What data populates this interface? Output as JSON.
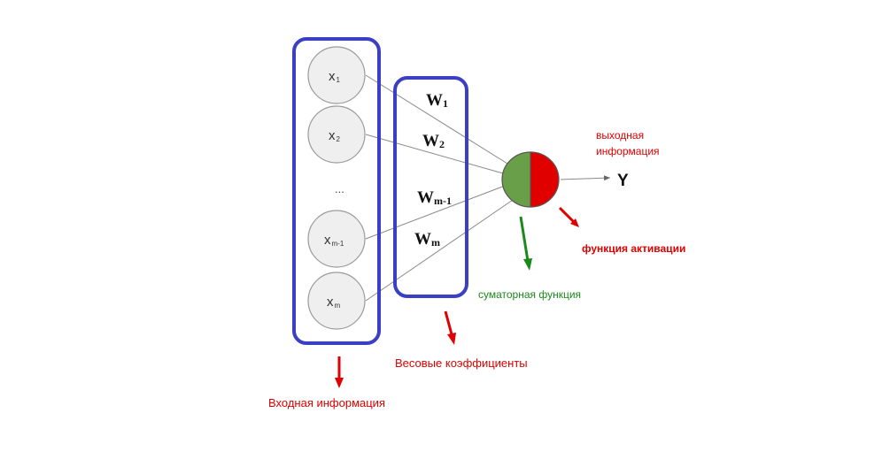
{
  "inputs": {
    "x1": {
      "base": "x",
      "sub": "1"
    },
    "x2": {
      "base": "x",
      "sub": "2"
    },
    "dots": "...",
    "xm1": {
      "base": "x",
      "sub": "m-1"
    },
    "xm": {
      "base": "x",
      "sub": "m"
    }
  },
  "weights": {
    "w1": {
      "base": "W",
      "sub": "1"
    },
    "w2": {
      "base": "W",
      "sub": "2"
    },
    "wm1": {
      "base": "W",
      "sub": "m-1"
    },
    "wm": {
      "base": "W",
      "sub": "m"
    }
  },
  "output_symbol": "Y",
  "labels": {
    "output_info_line1": "выходная",
    "output_info_line2": "информация",
    "activation_function": "функция активации",
    "summation_function": "суматорная функция",
    "weight_coefficients": "Весовые коэффициенты",
    "input_info": "Входная информация"
  },
  "colors": {
    "frame": "#3a3fc4",
    "input_circle_fill": "#efefef",
    "input_circle_stroke": "#9a9a9a",
    "sum_fill": "#6a9f4a",
    "activation_fill": "#e00000",
    "label_red": "#e00000",
    "label_green": "#1a8a1a",
    "arrow_red": "#e00000",
    "arrow_green": "#1a8a1a",
    "line": "#8a8a8a"
  }
}
